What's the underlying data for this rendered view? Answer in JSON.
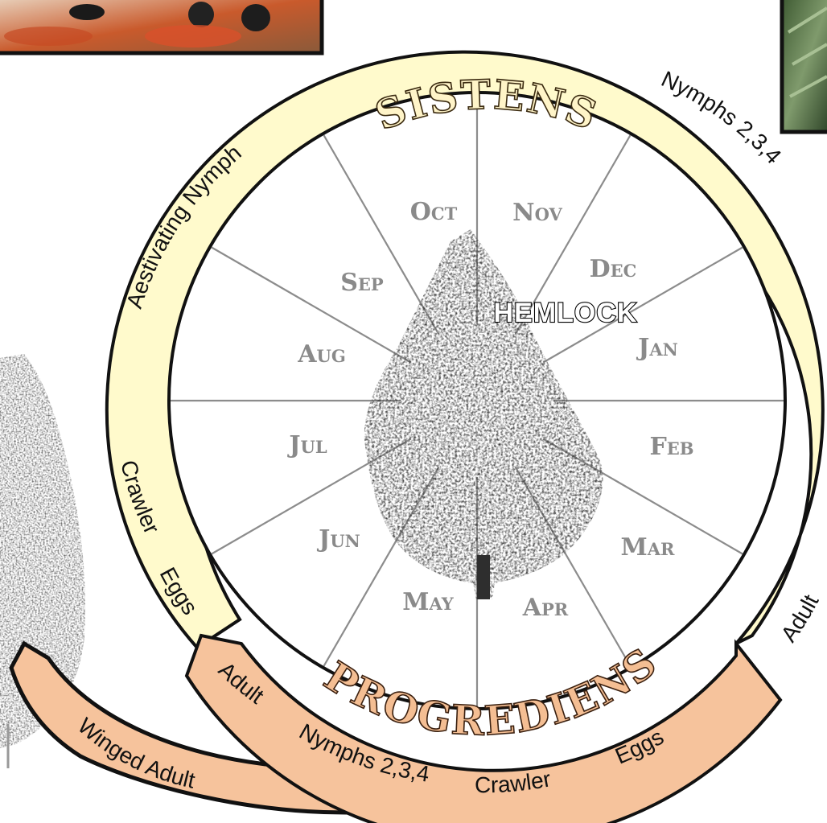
{
  "center_label": "HEMLOCK",
  "generations": {
    "sistens": {
      "title": "SISTENS",
      "ring_color": "#fffacc",
      "stages": [
        "Aestivating Nymph",
        "Nymphs 2,3,4",
        "Adult",
        "Crawler",
        "Eggs"
      ]
    },
    "progrediens": {
      "title": "PROGREDIENS",
      "ring_color": "#f6c39c",
      "stages": [
        "Adult",
        "Nymphs 2,3,4",
        "Crawler",
        "Eggs"
      ]
    },
    "winged": {
      "label": "Winged Adult",
      "color": "#f6c39c"
    }
  },
  "months": [
    "Jan",
    "Feb",
    "Mar",
    "Apr",
    "May",
    "Jun",
    "Jul",
    "Aug",
    "Sep",
    "Oct",
    "Nov",
    "Dec"
  ],
  "colors": {
    "month_text": "#8a8a8a",
    "sector_lines": "#8c8c8c",
    "outline": "#111111"
  },
  "images": [
    "insect-photo",
    "hemlock-branch-photo",
    "hemlock-tree",
    "partial-tree"
  ]
}
